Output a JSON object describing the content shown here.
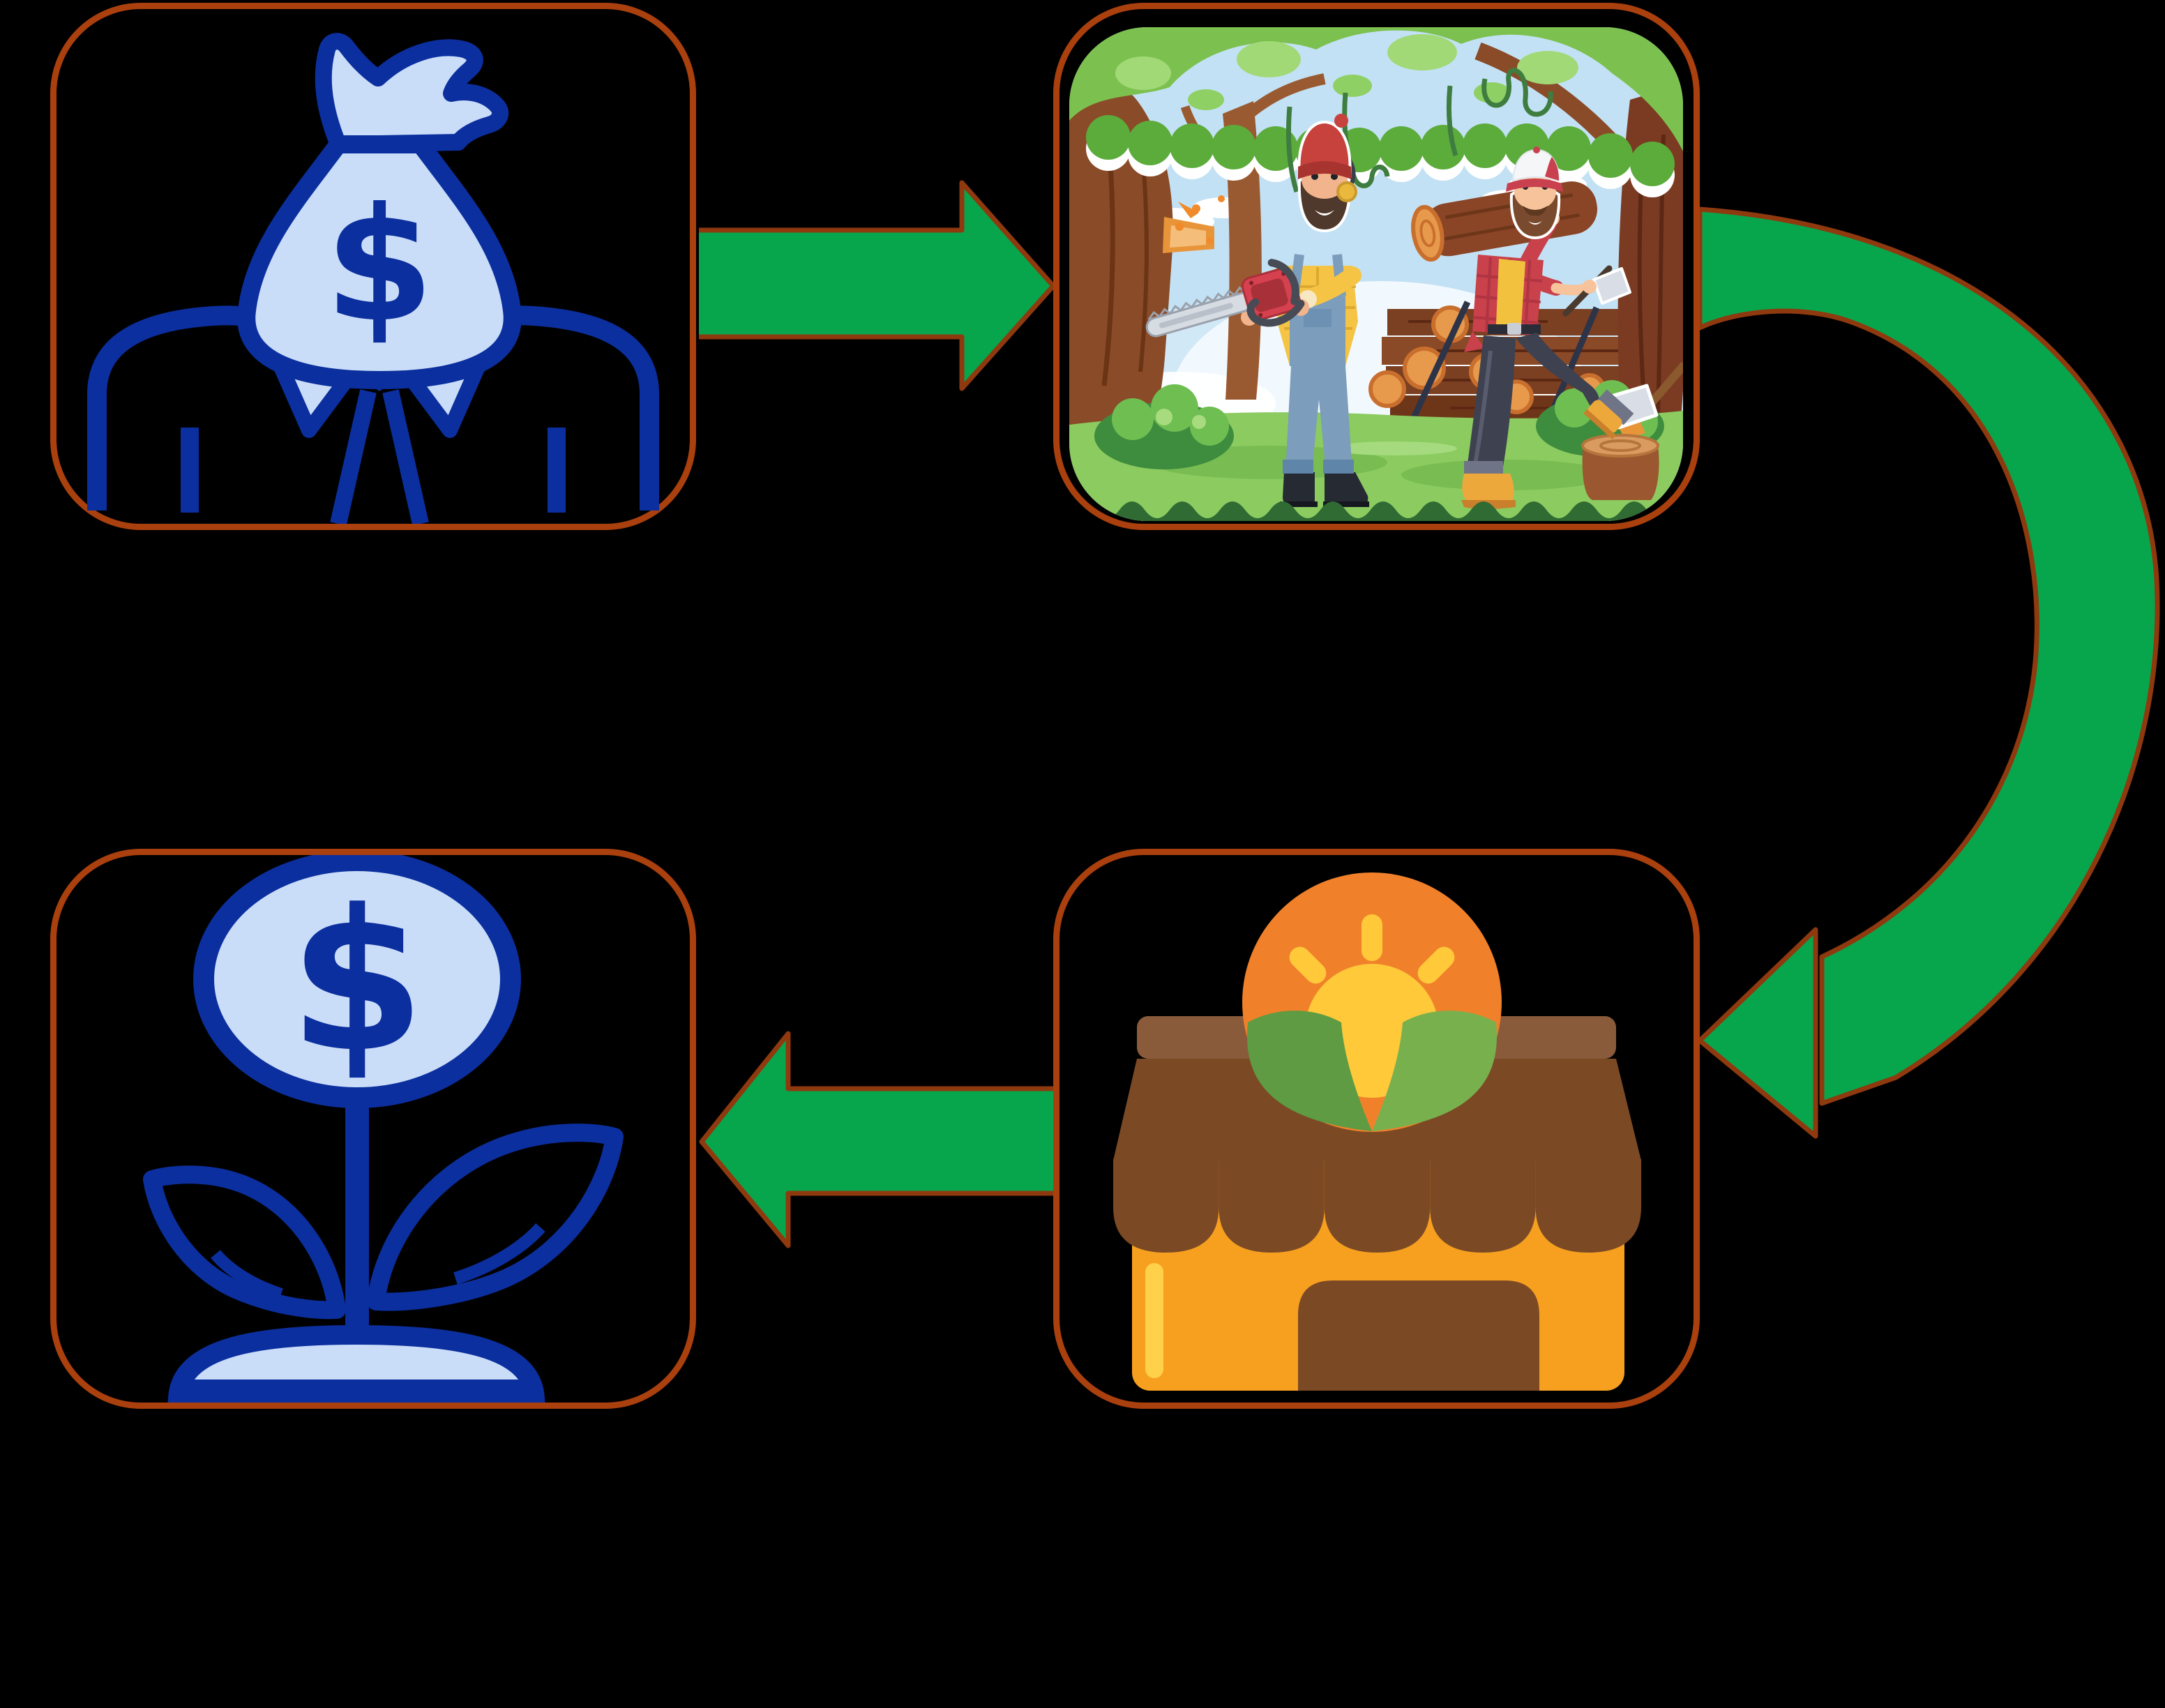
{
  "glyphs": {
    "dollar": "$"
  },
  "palette": {
    "bg": "#000000",
    "box_border": "#A9400E",
    "arrow_fill": "#07A64D",
    "arrow_stroke": "#8F390F",
    "navy": "#0B2F9E",
    "light_blue": "#C9DCF8",
    "market_body": "#F7A01F",
    "market_roof": "#7B4A25",
    "market_roof_light": "#8A5B3B",
    "market_stripe": "#FFD14A",
    "sun_orange": "#F0812A",
    "sun_yellow": "#FFC93A",
    "leaf_dark": "#5E9B42",
    "leaf_light": "#79B04E",
    "sky": "#C3E1F4",
    "grass": "#8CCB60",
    "canopy": "#7CC150",
    "trunk": "#8A4B28"
  },
  "diagram": {
    "nodes": [
      {
        "id": "capital",
        "icon": "money-bag-investor-icon"
      },
      {
        "id": "logging",
        "icon": "lumberjacks-logging-illustration"
      },
      {
        "id": "market",
        "icon": "farm-shop-icon"
      },
      {
        "id": "growth",
        "icon": "money-plant-icon"
      }
    ],
    "arrows": [
      {
        "id": "capital-to-logging",
        "shape": "straight-right"
      },
      {
        "id": "logging-to-market",
        "shape": "curved-down-left"
      },
      {
        "id": "market-to-growth",
        "shape": "straight-left"
      }
    ]
  }
}
